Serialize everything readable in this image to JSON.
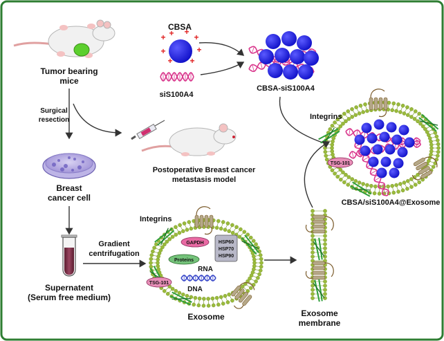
{
  "colors": {
    "frame": "#2e7d32",
    "membrane": "#9aba3c",
    "membrane_dark": "#6e8f1e",
    "nanoparticle": "#1d1ddb",
    "sirna": "#d9368c",
    "dna": "#3a49c9",
    "integrin": "#2e9e3a",
    "protein_pink": "#e86aa3",
    "tsg_pink": "#e88fb8",
    "hsp_gray": "#b8b8c8",
    "receptor": "#b5a888",
    "receptor_edge": "#7a5a2a",
    "tumor": "#5ccf2e",
    "arrow": "#333333"
  },
  "labels": {
    "tumor_mice": [
      "Tumor bearing",
      "mice"
    ],
    "surgical": [
      "Surgical",
      "resection"
    ],
    "postoperative": [
      "Postoperative Breast cancer",
      "metastasis model"
    ],
    "breast_cell": [
      "Breast",
      "cancer cell"
    ],
    "supernatant": [
      "Supernatent",
      "(Serum free medium)"
    ],
    "gradient": [
      "Gradient",
      "centrifugation"
    ],
    "cbsa": "CBSA",
    "sis": "siS100A4",
    "cbsa_sis": "CBSA-siS100A4",
    "integrins_top": "Integrins",
    "integrins_mid": "Integrins",
    "tsg_top": "TSG-101",
    "tsg_mid": "TSG-101",
    "final": "CBSA/siS100A4@Exosome",
    "gapdh": "GAPDH",
    "proteins": "Proteins",
    "hsp": [
      "HSP60",
      "HSP70",
      "HSP90"
    ],
    "rna": "RNA",
    "dna": "DNA",
    "exosome": "Exosome",
    "exo_membrane": [
      "Exosome",
      "membrane"
    ]
  }
}
